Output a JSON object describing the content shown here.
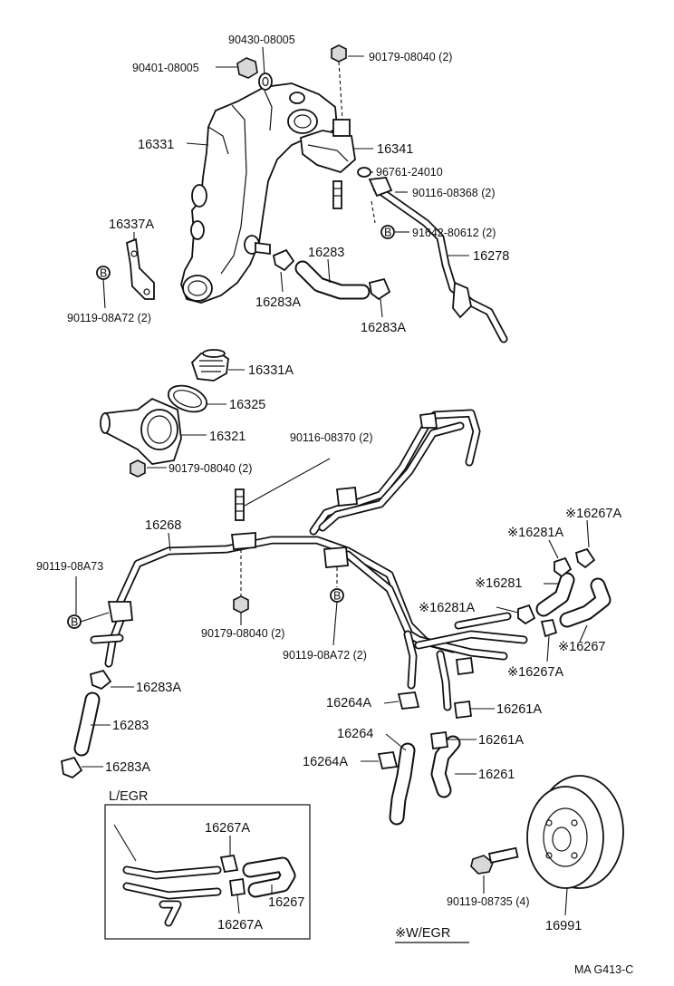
{
  "labels": {
    "p90430": "90430-08005",
    "p90401": "90401-08005",
    "p90179a": "90179-08040 (2)",
    "p16331": "16331",
    "p16341": "16341",
    "p96761": "96761-24010",
    "p90116a": "90116-08368 (2)",
    "p16337a": "16337A",
    "p91642": "91642-80612 (2)",
    "p16283a_top": "16283",
    "p16278": "16278",
    "p90119a": "90119-08A72 (2)",
    "p16283A_1": "16283A",
    "p16283A_2": "16283A",
    "p16331A": "16331A",
    "p16325": "16325",
    "p16321": "16321",
    "p90116b": "90116-08370 (2)",
    "p90179b": "90179-08040 (2)",
    "p16268": "16268",
    "p90119b": "90119-08A73",
    "p90179c": "90179-08040 (2)",
    "p90119c": "90119-08A72 (2)",
    "p16267A_top": "※16267A",
    "p16281A_top": "※16281A",
    "p16281": "※16281",
    "p16281A_mid": "※16281A",
    "p16267": "※16267",
    "p16267A_mid": "※16267A",
    "p16283A_3": "16283A",
    "p16283_low": "16283",
    "p16283A_4": "16283A",
    "p16264A_1": "16264A",
    "p16261A_1": "16261A",
    "p16264": "16264",
    "p16261A_2": "16261A",
    "p16264A_2": "16264A",
    "p16261": "16261",
    "legr_title": "L/EGR",
    "legr_16267A_1": "16267A",
    "legr_16267": "16267",
    "legr_16267A_2": "16267A",
    "p90119d": "90119-08735 (4)",
    "p16991": "16991",
    "wegr": "※W/EGR",
    "code": "MA  G413-C",
    "bmark": "B"
  }
}
